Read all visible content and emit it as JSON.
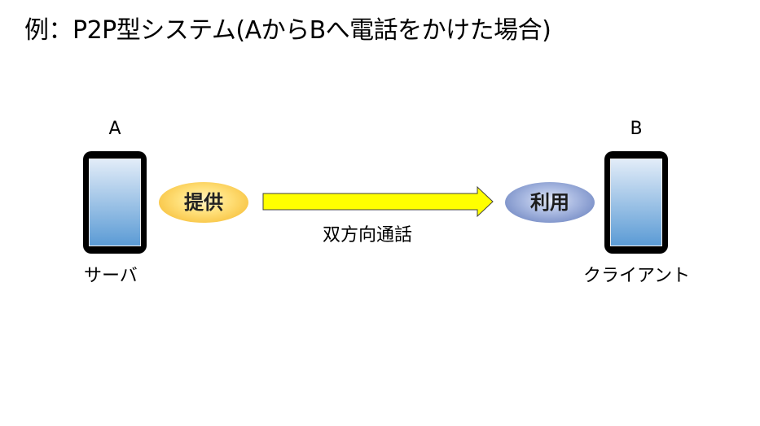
{
  "title": "例：P2P型システム(AからBへ電話をかけた場合)",
  "peer_a": {
    "label": "A",
    "role": "サーバ",
    "action": "提供"
  },
  "peer_b": {
    "label": "B",
    "role": "クライアント",
    "action": "利用"
  },
  "connection": {
    "label": "双方向通話"
  },
  "colors": {
    "arrow_fill": "#ffff00",
    "arrow_stroke": "#404040",
    "phone_body": "#000000",
    "screen_top": "#dce8f6",
    "screen_bottom": "#5b9bd5",
    "provide_pill": "#f4b526",
    "use_pill": "#5e77b8"
  }
}
